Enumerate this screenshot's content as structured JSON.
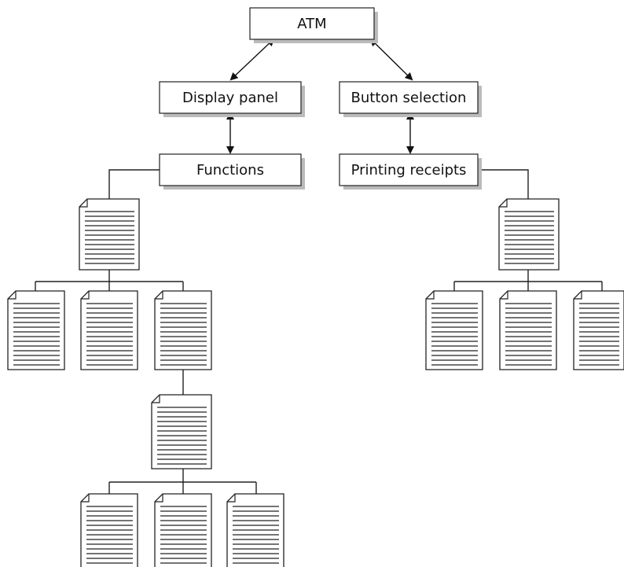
{
  "diagram": {
    "root": {
      "label": "ATM"
    },
    "left_branch": {
      "top_box": {
        "label": "Display panel"
      },
      "bottom_box": {
        "label": "Functions"
      }
    },
    "right_branch": {
      "top_box": {
        "label": "Button selection"
      },
      "bottom_box": {
        "label": "Printing receipts"
      }
    },
    "icons": {
      "document": "document-icon",
      "arrow": "double-arrow-icon"
    },
    "colors": {
      "box_fill": "#ffffff",
      "box_stroke": "#222222",
      "box_shadow": "#bbbbbb",
      "line": "#222222"
    }
  }
}
